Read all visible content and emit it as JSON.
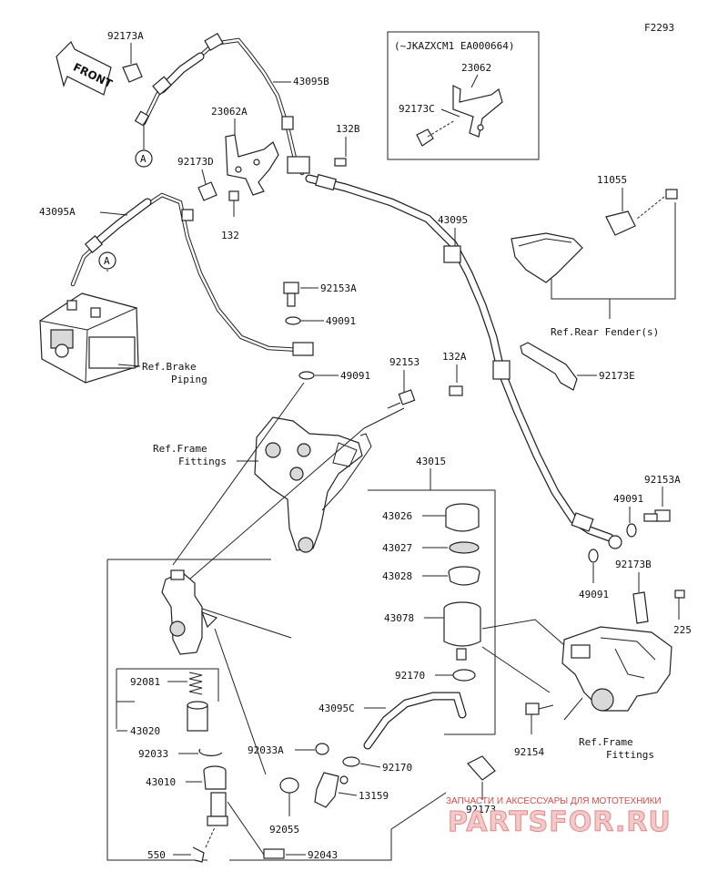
{
  "figure_code": "F2293",
  "front_arrow_label": "FRONT",
  "variant_box": {
    "condition": "(~JKAZXCM1 EA000664)",
    "part_bracket": "23062",
    "part_clip": "92173C"
  },
  "ref_circle": "A",
  "parts": {
    "p92173A": "92173A",
    "p43095B": "43095B",
    "p23062A": "23062A",
    "p132B": "132B",
    "p92173D": "92173D",
    "p43095A": "43095A",
    "p132": "132",
    "p43095": "43095",
    "p11055": "11055",
    "p92153A": "92153A",
    "p49091_top": "49091",
    "p49091_mid": "49091",
    "p92153": "92153",
    "p132A": "132A",
    "p92173E": "92173E",
    "p43015": "43015",
    "p43026": "43026",
    "p43027": "43027",
    "p43028": "43028",
    "p43078": "43078",
    "p92170_a": "92170",
    "p43095C": "43095C",
    "p92081": "92081",
    "p43020": "43020",
    "p92033": "92033",
    "p92033A": "92033A",
    "p92170_b": "92170",
    "p43010": "43010",
    "p13159": "13159",
    "p92055": "92055",
    "p92173": "92173",
    "p550": "550",
    "p92043": "92043",
    "p92154": "92154",
    "p49091_r": "49091",
    "p92153A_r": "92153A",
    "p49091_r2": "49091",
    "p92173B": "92173B",
    "p225": "225"
  },
  "refs": {
    "rear_fender": "Ref.Rear Fender(s)",
    "brake_piping_1": "Ref.Brake",
    "brake_piping_2": "Piping",
    "frame_fittings_1a": "Ref.Frame",
    "frame_fittings_1b": "Fittings",
    "frame_fittings_2a": "Ref.Frame",
    "frame_fittings_2b": "Fittings"
  },
  "watermark": {
    "subtitle": "ЗАПЧАСТИ И АКСЕССУАРЫ ДЛЯ МОТОТЕХНИКИ",
    "brand": "PARTSFOR.RU"
  }
}
